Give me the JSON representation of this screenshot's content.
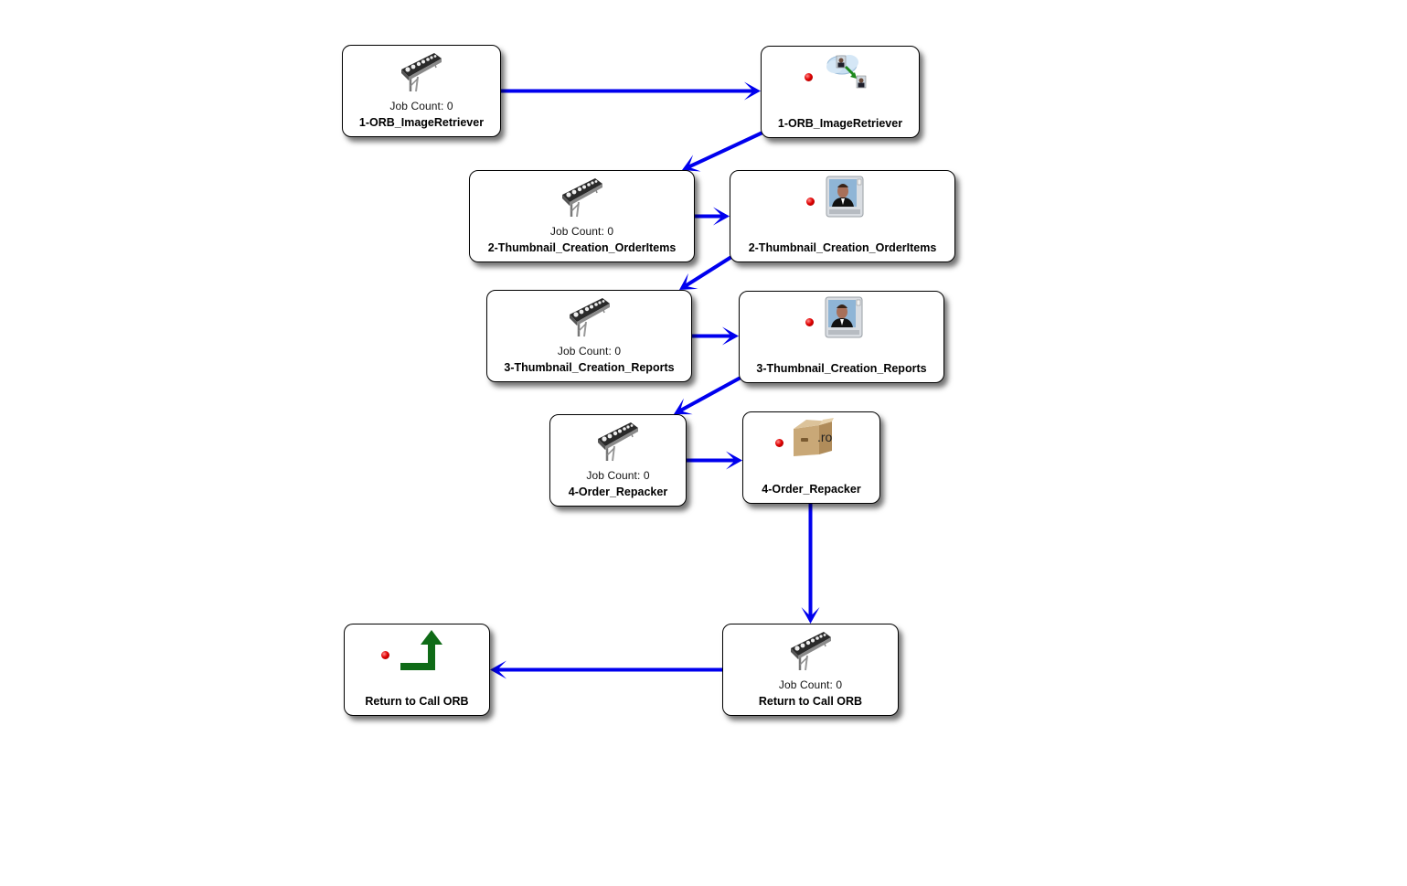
{
  "diagram": {
    "colors": {
      "edge": "#0000ee",
      "node_border": "#000000",
      "status_dot": "#e00000",
      "return_arrow": "#0a6e1a"
    },
    "nodes": [
      {
        "id": "q1",
        "kind": "queue",
        "icon": "conveyor-icon",
        "job_count_label": "Job Count: 0",
        "title": "1-ORB_ImageRetriever"
      },
      {
        "id": "p1",
        "kind": "process",
        "icon": "cloud-download-icon",
        "status": "stopped",
        "title": "1-ORB_ImageRetriever"
      },
      {
        "id": "q2",
        "kind": "queue",
        "icon": "conveyor-icon",
        "job_count_label": "Job Count: 0",
        "title": "2-Thumbnail_Creation_OrderItems"
      },
      {
        "id": "p2",
        "kind": "process",
        "icon": "photo-thumbnail-icon",
        "status": "stopped",
        "title": "2-Thumbnail_Creation_OrderItems"
      },
      {
        "id": "q3",
        "kind": "queue",
        "icon": "conveyor-icon",
        "job_count_label": "Job Count: 0",
        "title": "3-Thumbnail_Creation_Reports"
      },
      {
        "id": "p3",
        "kind": "process",
        "icon": "photo-thumbnail-icon",
        "status": "stopped",
        "title": "3-Thumbnail_Creation_Reports"
      },
      {
        "id": "q4",
        "kind": "queue",
        "icon": "conveyor-icon",
        "job_count_label": "Job Count: 0",
        "title": "4-Order_Repacker"
      },
      {
        "id": "p4",
        "kind": "process",
        "icon": "archive-box-icon",
        "icon_label": ".ro",
        "status": "stopped",
        "title": "4-Order_Repacker"
      },
      {
        "id": "q5",
        "kind": "queue",
        "icon": "conveyor-icon",
        "job_count_label": "Job Count: 0",
        "title": "Return to Call ORB"
      },
      {
        "id": "p5",
        "kind": "process",
        "icon": "return-arrow-icon",
        "status": "stopped",
        "title": "Return to Call ORB"
      }
    ],
    "edges": [
      {
        "from": "q1",
        "to": "p1"
      },
      {
        "from": "p1",
        "to": "q2"
      },
      {
        "from": "q2",
        "to": "p2"
      },
      {
        "from": "p2",
        "to": "q3"
      },
      {
        "from": "q3",
        "to": "p3"
      },
      {
        "from": "p3",
        "to": "q4"
      },
      {
        "from": "q4",
        "to": "p4"
      },
      {
        "from": "p4",
        "to": "q5"
      },
      {
        "from": "q5",
        "to": "p5"
      }
    ]
  }
}
